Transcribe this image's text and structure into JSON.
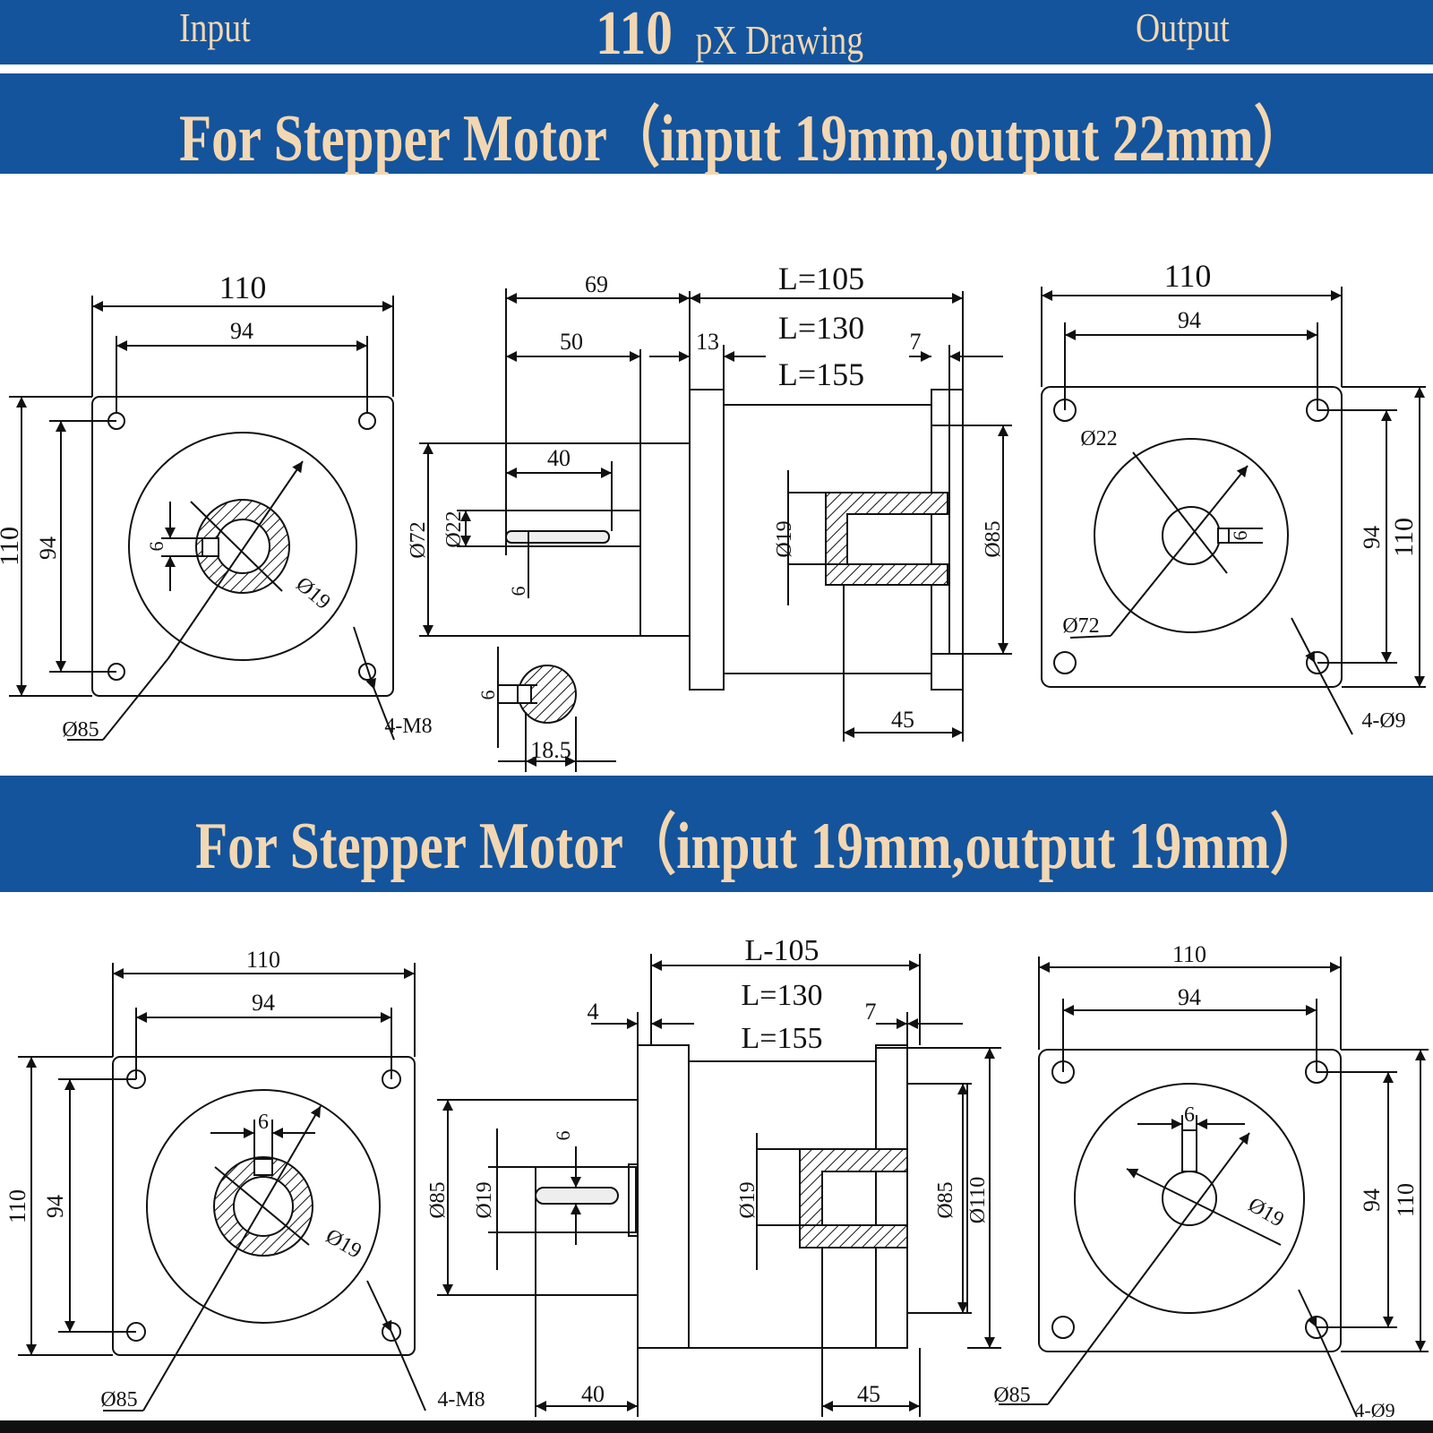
{
  "header": {
    "input_label": "Input",
    "model_number": "110",
    "model_suffix": "pX Drawing",
    "output_label": "Output"
  },
  "sections": [
    {
      "title": "For Stepper Motor（input 19mm,output 22mm）"
    },
    {
      "title": "For Stepper Motor（input 19mm,output 19mm）"
    }
  ],
  "d1": {
    "in_w": "110",
    "in_bolt": "94",
    "in_h": "110",
    "in_bolt_v": "94",
    "in_key": "6",
    "in_bore": "Ø19",
    "in_pilot": "Ø85",
    "in_holes": "4-M8",
    "side_69": "69",
    "side_50": "50",
    "side_40": "40",
    "side_13": "13",
    "side_7": "7",
    "L1": "L=105",
    "L2": "L=130",
    "L3": "L=155",
    "side_d72": "Ø72",
    "side_d22": "Ø22",
    "side_key": "6",
    "side_d19": "Ø19",
    "side_d85": "Ø85",
    "side_45": "45",
    "sec_key": "6",
    "sec_185": "18.5",
    "out_w": "110",
    "out_bolt": "94",
    "out_d22": "Ø22",
    "out_key": "6",
    "out_d72": "Ø72",
    "out_bolt_v": "94",
    "out_h": "110",
    "out_holes": "4-Ø9"
  },
  "d2": {
    "in_w": "110",
    "in_bolt": "94",
    "in_key": "6",
    "in_h": "110",
    "in_bolt_v": "94",
    "in_bore": "Ø19",
    "in_pilot": "Ø85",
    "in_holes": "4-M8",
    "side_4": "4",
    "L1": "L-105",
    "L2": "L=130",
    "L3": "L=155",
    "side_7": "7",
    "side_key": "6",
    "side_d85l": "Ø85",
    "side_d19l": "Ø19",
    "side_d19": "Ø19",
    "side_d85": "Ø85",
    "side_d110": "Ø110",
    "side_40": "40",
    "side_45": "45",
    "out_w": "110",
    "out_bolt": "94",
    "out_key": "6",
    "out_bore": "Ø19",
    "out_bolt_v": "94",
    "out_h": "110",
    "out_pilot": "Ø85",
    "out_holes": "4-Ø9"
  }
}
